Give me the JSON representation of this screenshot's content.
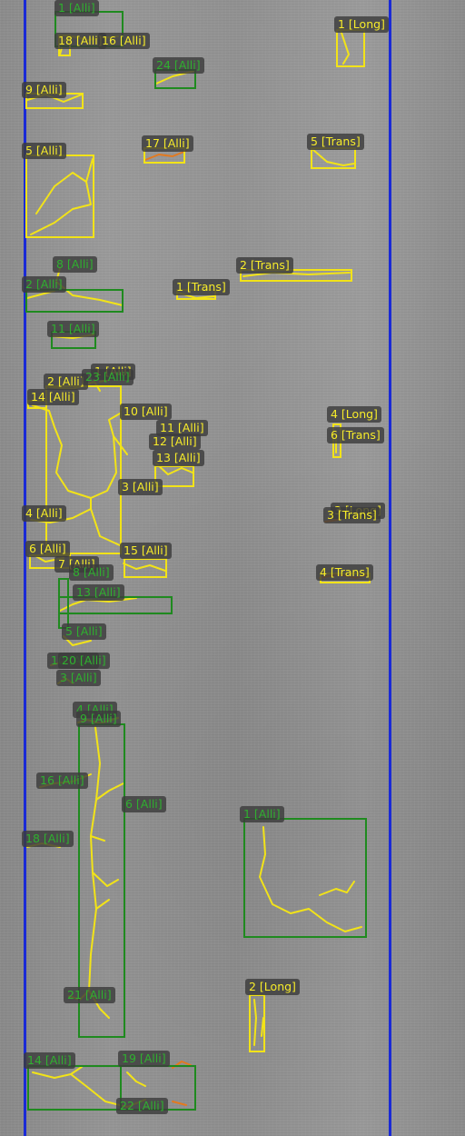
{
  "lane_line_color": "#1a2ad6",
  "box_colors": {
    "yellow": "#f2e318",
    "green": "#1f8a1f",
    "crack_orange": "#e37a1f"
  },
  "labels": {
    "l01": "1 [Alli]",
    "l02": "18 [Alli]",
    "l03": "16 [Alli]",
    "l04": "1 [Long]",
    "l05": "24 [Alli]",
    "l06": "9 [Alli]",
    "l07": "5 [Alli]",
    "l08": "17 [Alli]",
    "l09": "5 [Trans]",
    "l10": "2 [Trans]",
    "l11": "1 [Trans]",
    "l12": "8 [Alli]",
    "l13": "2 [Alli]",
    "l14": "11 [Alli]",
    "l15": "1 [Alli]",
    "l16": "2 [Alli]",
    "l17": "23 [Alli]",
    "l18": "14 [Alli]",
    "l19": "10 [Alli]",
    "l20": "4 [Long]",
    "l21": "11 [Alli]",
    "l22": "6 [Trans]",
    "l23": "12 [Alli]",
    "l24": "13 [Alli]",
    "l25": "3 [Alli]",
    "l26": "4 [Alli]",
    "l27": "3 [Long]",
    "l28": "3 [Trans]",
    "l29": "6 [Alli]",
    "l30": "15 [Alli]",
    "l31": "7 [Alli]",
    "l32": "8 [Alli]",
    "l33": "4 [Trans]",
    "l34": "13 [Alli]",
    "l35": "5 [Alli]",
    "l36": "10 [Alli]",
    "l37": "20 [Alli]",
    "l38": "3 [Alli]",
    "l39": "4 [Alli]",
    "l40": "9 [Alli]",
    "l41": "16 [Alli]",
    "l42": "6 [Alli]",
    "l43": "1 [Alli]",
    "l44": "18 [Alli]",
    "l45": "2 [Long]",
    "l46": "21 [Alli]",
    "l47": "14 [Alli]",
    "l48": "19 [Alli]",
    "l49": "22 [Alli]"
  }
}
